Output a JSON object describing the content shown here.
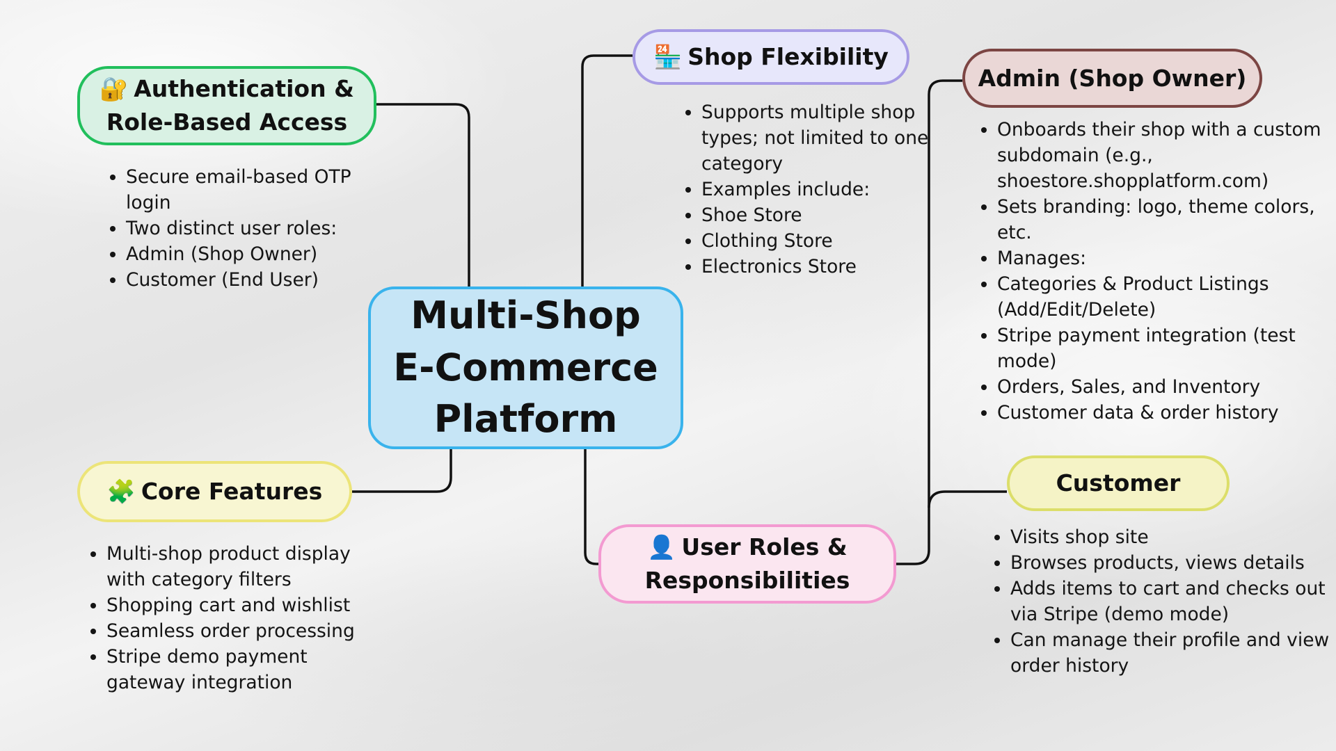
{
  "central": {
    "line1": "Multi-Shop",
    "line2": "E-Commerce",
    "line3": "Platform"
  },
  "branches": {
    "auth": {
      "icon": "🔐",
      "icon_name": "lock-key-icon",
      "title_line1": "Authentication &",
      "title_line2": "Role-Based Access",
      "items": [
        "Secure email-based OTP login",
        "Two distinct user roles:",
        "Admin (Shop Owner)",
        "Customer (End User)"
      ]
    },
    "shop": {
      "icon": "🏪",
      "icon_name": "convenience-store-icon",
      "title": "Shop Flexibility",
      "items": [
        "Supports multiple shop types; not limited to one category",
        "Examples include:",
        "Shoe Store",
        "Clothing Store",
        "Electronics Store"
      ]
    },
    "admin": {
      "title": "Admin (Shop Owner)",
      "items": [
        "Onboards their shop with a custom subdomain (e.g., shoestore.shopplatform.com)",
        "Sets branding: logo, theme colors, etc.",
        "Manages:",
        "Categories & Product Listings (Add/Edit/Delete)",
        "Stripe payment integration (test mode)",
        "Orders, Sales, and Inventory",
        "Customer data & order history"
      ]
    },
    "core": {
      "icon": "🧩",
      "icon_name": "puzzle-piece-icon",
      "title": "Core Features",
      "items": [
        "Multi-shop product display with category filters",
        "Shopping cart and wishlist",
        "Seamless order processing",
        "Stripe demo payment gateway integration"
      ]
    },
    "roles": {
      "icon": "👤",
      "icon_name": "user-silhouette-icon",
      "title_line1": "User Roles &",
      "title_line2": "Responsibilities"
    },
    "customer": {
      "title": "Customer",
      "items": [
        "Visits shop site",
        "Browses products, views details",
        "Adds items to cart and checks out via Stripe (demo mode)",
        "Can manage their profile and view order history"
      ]
    }
  },
  "colors": {
    "central_fill": "#c6e5f6",
    "central_border": "#39b3ec",
    "auth_fill": "#d9f1e4",
    "auth_border": "#21bf5c",
    "shop_fill": "#e7e7fb",
    "shop_border": "#a69ae5",
    "admin_fill": "#ead7d6",
    "admin_border": "#7c4543",
    "core_fill": "#f8f6d2",
    "core_border": "#ece478",
    "roles_fill": "#fbe6f0",
    "roles_border": "#f39ad1",
    "customer_fill": "#f5f3c6",
    "customer_border": "#dcde6a",
    "connector": "#111111"
  }
}
